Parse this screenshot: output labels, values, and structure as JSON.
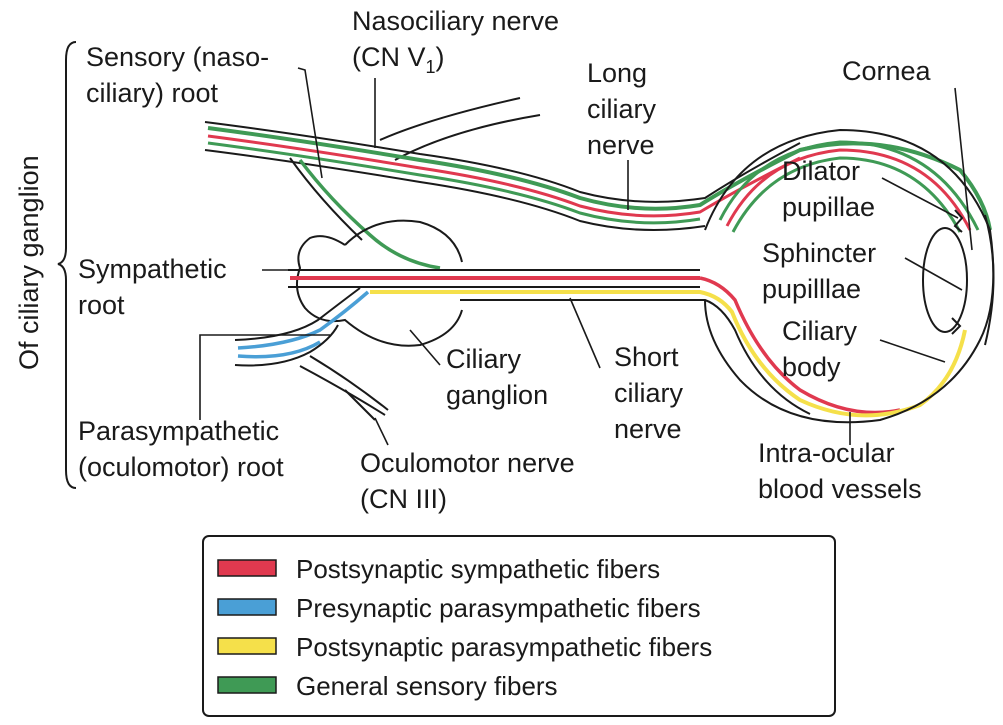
{
  "colors": {
    "sympathetic": "#e0394f",
    "pre_parasympathetic": "#4a9fd6",
    "post_parasympathetic": "#f5e04a",
    "sensory": "#3f9a55"
  },
  "labels": {
    "side_bracket": "Of ciliary ganglion",
    "sensory_root_1": "Sensory (naso-",
    "sensory_root_2": "ciliary) root",
    "nasociliary_1": "Nasociliary nerve",
    "nasociliary_2": "(CN V",
    "nasociliary_sub": "1",
    "nasociliary_3": ")",
    "long_ciliary_1": "Long",
    "long_ciliary_2": "ciliary",
    "long_ciliary_3": "nerve",
    "cornea": "Cornea",
    "dilator_1": "Dilator",
    "dilator_2": "pupillae",
    "sphincter_1": "Sphincter",
    "sphincter_2": "pupilllae",
    "ciliary_body_1": "Ciliary",
    "ciliary_body_2": "body",
    "sympathetic_root_1": "Sympathetic",
    "sympathetic_root_2": "root",
    "parasympathetic_root_1": "Parasympathetic",
    "parasympathetic_root_2": "(oculomotor) root",
    "ciliary_ganglion_1": "Ciliary",
    "ciliary_ganglion_2": "ganglion",
    "short_ciliary_1": "Short",
    "short_ciliary_2": "ciliary",
    "short_ciliary_3": "nerve",
    "oculomotor_1": "Oculomotor nerve",
    "oculomotor_2": "(CN III)",
    "intraocular_1": "Intra-ocular",
    "intraocular_2": "blood vessels"
  },
  "legend": {
    "items": [
      {
        "label": "Postsynaptic sympathetic fibers",
        "color": "#e0394f"
      },
      {
        "label": "Presynaptic parasympathetic fibers",
        "color": "#4a9fd6"
      },
      {
        "label": "Postsynaptic parasympathetic fibers",
        "color": "#f5e04a"
      },
      {
        "label": "General sensory fibers",
        "color": "#3f9a55"
      }
    ]
  }
}
